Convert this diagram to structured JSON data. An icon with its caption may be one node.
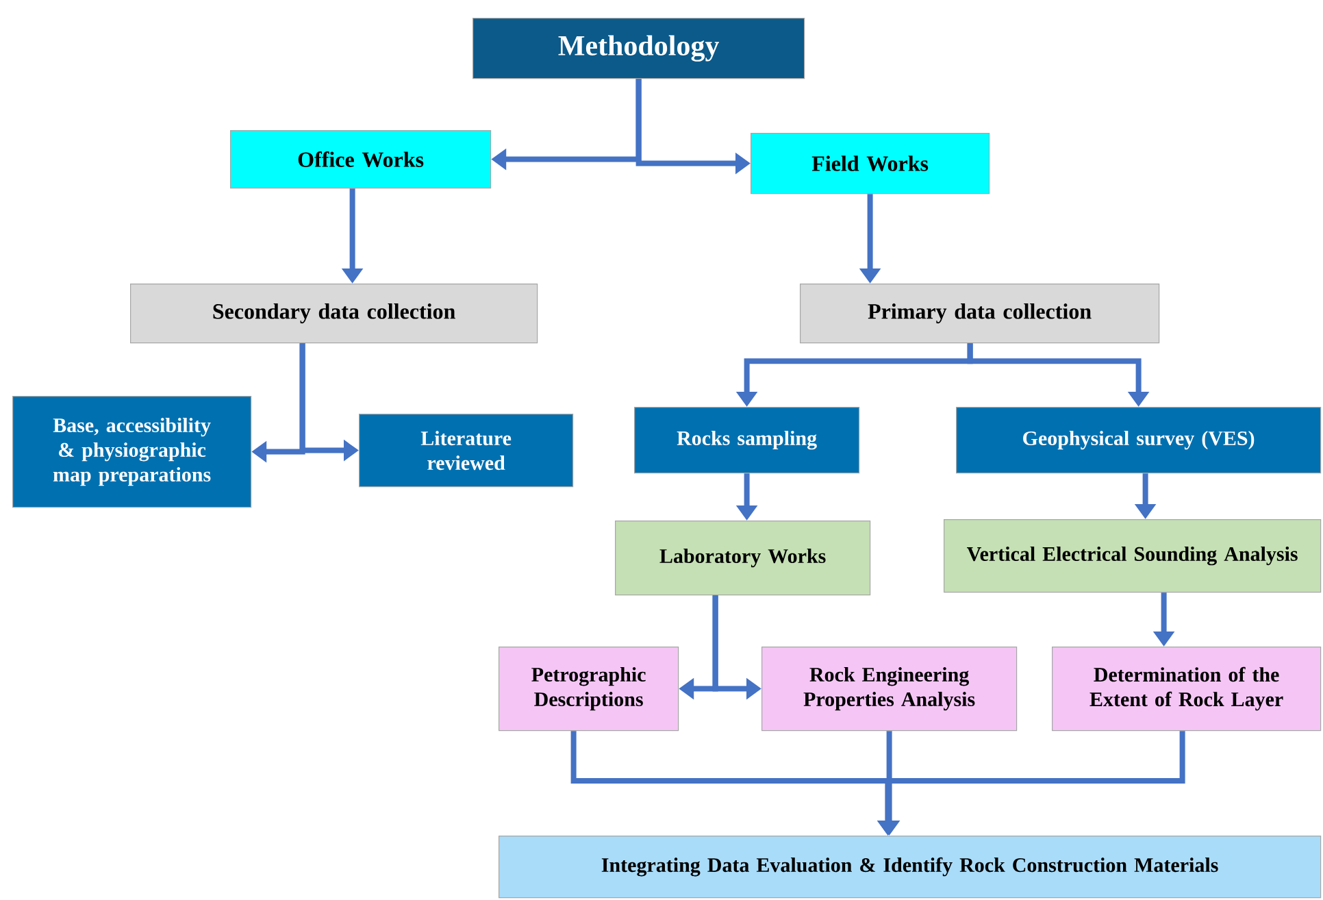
{
  "diagram": {
    "nodes": [
      {
        "text": [
          "Methodology"
        ]
      },
      {
        "text": [
          "Office Works"
        ]
      },
      {
        "text": [
          "Field Works"
        ]
      },
      {
        "text": [
          "Secondary data collection"
        ]
      },
      {
        "text": [
          "Primary data collection"
        ]
      },
      {
        "text": [
          "Base, accessibility & physiographic map preparations"
        ]
      },
      {
        "text": [
          "Literature reviewed"
        ]
      },
      {
        "text": [
          "Rocks sampling"
        ]
      },
      {
        "text": [
          "Geophysical survey (VES)"
        ]
      },
      {
        "text": [
          "Laboratory Works"
        ]
      },
      {
        "text": [
          "Vertical Electrical Sounding Analysis"
        ]
      },
      {
        "text": [
          "Petrographic Descriptions"
        ]
      },
      {
        "text": [
          "Rock Engineering Properties Analysis"
        ]
      },
      {
        "text": [
          "Determination of the Extent of Rock Layer"
        ]
      },
      {
        "text": [
          "Integrating Data Evaluation & Identify Rock Construction Materials"
        ]
      }
    ],
    "edges": [
      {
        "from": 0,
        "to": 1,
        "arrow": "to"
      },
      {
        "from": 0,
        "to": 2,
        "arrow": "to"
      },
      {
        "from": 1,
        "to": 3,
        "arrow": "to"
      },
      {
        "from": 2,
        "to": 4,
        "arrow": "to"
      },
      {
        "from": 3,
        "to": 5,
        "arrow": "to"
      },
      {
        "from": 3,
        "to": 6,
        "arrow": "to"
      },
      {
        "from": 4,
        "to": 7,
        "arrow": "to"
      },
      {
        "from": 4,
        "to": 8,
        "arrow": "to"
      },
      {
        "from": 7,
        "to": 9,
        "arrow": "to"
      },
      {
        "from": 8,
        "to": 10,
        "arrow": "to"
      },
      {
        "from": 9,
        "to": 11,
        "arrow": "to"
      },
      {
        "from": 9,
        "to": 12,
        "arrow": "to"
      },
      {
        "from": 10,
        "to": 13,
        "arrow": "to"
      },
      {
        "from": 11,
        "to": 14,
        "arrow": "to"
      },
      {
        "from": 12,
        "to": 14,
        "arrow": "to"
      },
      {
        "from": 13,
        "to": 14,
        "arrow": "to"
      }
    ]
  }
}
